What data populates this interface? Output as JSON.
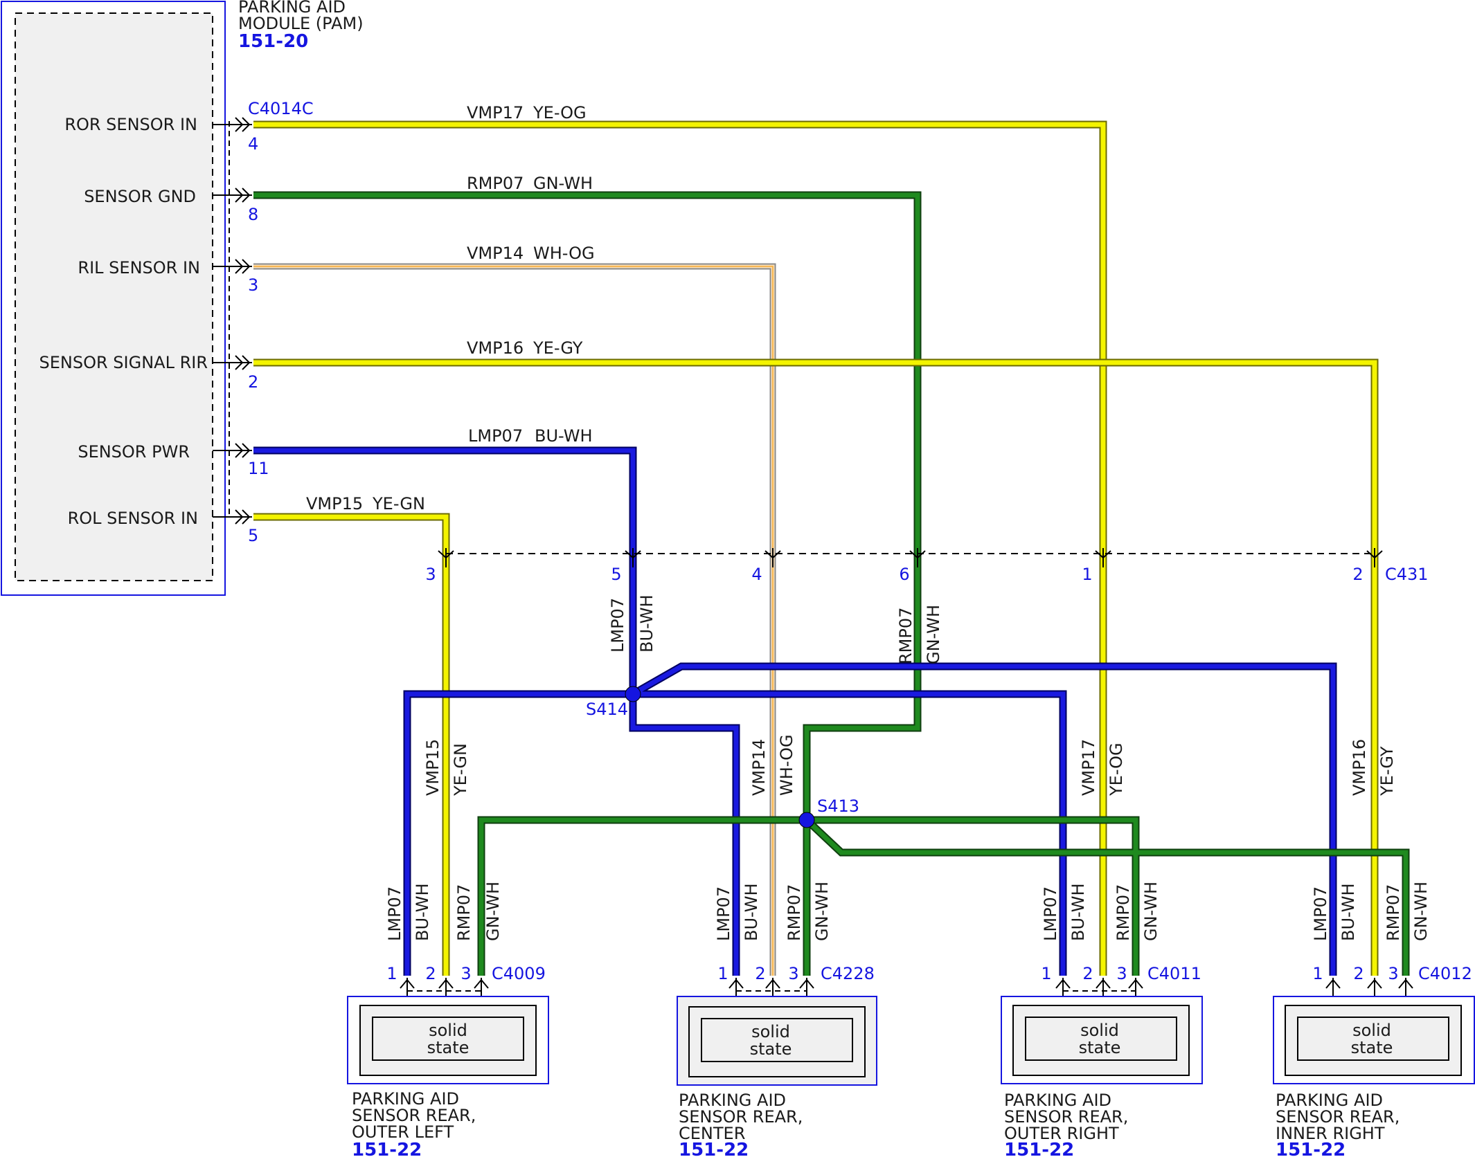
{
  "module": {
    "title_line1": "PARKING AID",
    "title_line2": "MODULE (PAM)",
    "ref": "151-20",
    "connector": "C4014C",
    "pins": [
      {
        "label": "ROR SENSOR IN",
        "pin": "4"
      },
      {
        "label": "SENSOR GND",
        "pin": "8"
      },
      {
        "label": "RIL SENSOR IN",
        "pin": "3"
      },
      {
        "label": "SENSOR SIGNAL RIR",
        "pin": "2"
      },
      {
        "label": "SENSOR PWR",
        "pin": "11"
      },
      {
        "label": "ROL SENSOR IN",
        "pin": "5"
      }
    ]
  },
  "colors": {
    "ye": "#f0f000",
    "gn": "#1f8a1f",
    "bu": "#1a1ae0",
    "wh_og": "#f4c98a",
    "pin_blue": "#1515e0"
  },
  "wires": [
    {
      "circuit": "VMP17",
      "color": "YE-OG"
    },
    {
      "circuit": "RMP07",
      "color": "GN-WH"
    },
    {
      "circuit": "VMP14",
      "color": "WH-OG"
    },
    {
      "circuit": "VMP16",
      "color": "YE-GY"
    },
    {
      "circuit": "LMP07",
      "color": "BU-WH"
    },
    {
      "circuit": "VMP15",
      "color": "YE-GN"
    }
  ],
  "inline": {
    "connector": "C431",
    "pins": [
      "3",
      "5",
      "4",
      "6",
      "1",
      "2"
    ]
  },
  "splices": [
    "S414",
    "S413"
  ],
  "sensors": [
    {
      "connector": "C4009",
      "pins": [
        "1",
        "2",
        "3"
      ],
      "body_line1": "solid",
      "body_line2": "state",
      "name_line1": "PARKING AID",
      "name_line2": "SENSOR REAR,",
      "name_line3": "OUTER LEFT",
      "ref": "151-22",
      "wire_labels": [
        [
          "LMP07",
          "BU-WH"
        ],
        [
          "VMP15",
          "YE-GN"
        ],
        [
          "RMP07",
          "GN-WH"
        ]
      ]
    },
    {
      "connector": "C4228",
      "pins": [
        "1",
        "2",
        "3"
      ],
      "body_line1": "solid",
      "body_line2": "state",
      "name_line1": "PARKING AID",
      "name_line2": "SENSOR REAR,",
      "name_line3": "CENTER",
      "ref": "151-22",
      "wire_labels": [
        [
          "LMP07",
          "BU-WH"
        ],
        [
          "VMP14",
          "WH-OG"
        ],
        [
          "RMP07",
          "GN-WH"
        ]
      ]
    },
    {
      "connector": "C4011",
      "pins": [
        "1",
        "2",
        "3"
      ],
      "body_line1": "solid",
      "body_line2": "state",
      "name_line1": "PARKING AID",
      "name_line2": "SENSOR REAR,",
      "name_line3": "OUTER RIGHT",
      "ref": "151-22",
      "wire_labels": [
        [
          "LMP07",
          "BU-WH"
        ],
        [
          "VMP17",
          "YE-OG"
        ],
        [
          "RMP07",
          "GN-WH"
        ]
      ]
    },
    {
      "connector": "C4012",
      "pins": [
        "1",
        "2",
        "3"
      ],
      "body_line1": "solid",
      "body_line2": "state",
      "name_line1": "PARKING AID",
      "name_line2": "SENSOR REAR,",
      "name_line3": "INNER RIGHT",
      "ref": "151-22",
      "wire_labels": [
        [
          "LMP07",
          "BU-WH"
        ],
        [
          "VMP16",
          "YE-GY"
        ],
        [
          "RMP07",
          "GN-WH"
        ]
      ]
    }
  ]
}
